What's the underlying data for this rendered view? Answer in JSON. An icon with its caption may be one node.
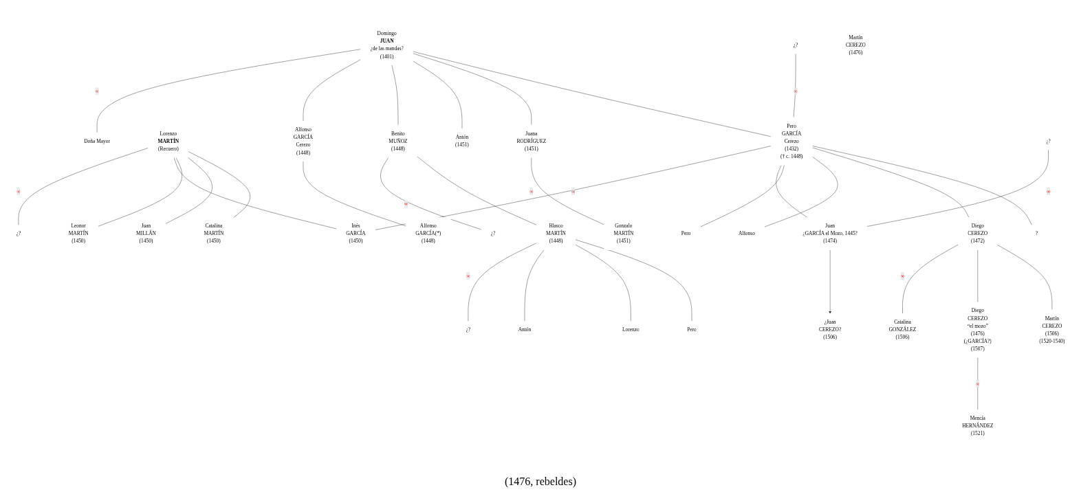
{
  "diagram": {
    "nodes": [
      {
        "text": [
          "Domingo",
          "JUAN",
          "¿de las mandas?",
          "(1401)"
        ]
      },
      {
        "text": [
          "Doña Mayor"
        ]
      },
      {
        "text": [
          "Lorenzo",
          "MARTÍN",
          "(Recuero)"
        ]
      },
      {
        "text": [
          "¿?"
        ]
      },
      {
        "text": [
          "Alfonso",
          "GARCÍA",
          "Cerezo",
          "(1448)"
        ]
      },
      {
        "text": [
          "Benito",
          "MUÑOZ",
          "(1448)"
        ]
      },
      {
        "text": [
          "¿?"
        ]
      },
      {
        "text": [
          "Antón",
          "(1451)"
        ]
      },
      {
        "text": [
          "Juana",
          "RODRÍGUEZ",
          "(1451)"
        ]
      },
      {
        "text": [
          "Gonzalo",
          "MARTÍN",
          "(1451)"
        ]
      },
      {
        "text": [
          "¿?"
        ]
      },
      {
        "text": [
          "Pero",
          "GARCÍA",
          "Cerezo",
          "(1432)",
          "(† c. 1448)"
        ]
      },
      {
        "text": [
          "Inés",
          "GARCÍA",
          "(1450)"
        ]
      },
      {
        "text": [
          "Leonor",
          "MARTÍN",
          "(1450)"
        ]
      },
      {
        "text": [
          "Juan",
          "MILLÁN",
          "(1450)"
        ]
      },
      {
        "text": [
          "Catalina",
          "MARTÍN",
          "(1450)"
        ]
      },
      {
        "text": [
          "Alfonso",
          "GARCÍA(*)",
          "(1448)"
        ]
      },
      {
        "text": [
          "Blasco",
          "MARTÍN",
          "(1448)"
        ]
      },
      {
        "text": [
          "¿?"
        ]
      },
      {
        "text": [
          "¿?"
        ]
      },
      {
        "text": [
          "Juan",
          "¿GARCÍA el Mozo, 1445?",
          "(1474)"
        ]
      },
      {
        "text": [
          "Pero"
        ]
      },
      {
        "text": [
          "Alfonso"
        ]
      },
      {
        "text": [
          "Diego",
          "CEREZO",
          "(1472)"
        ]
      },
      {
        "text": [
          "Catalina",
          "GONZÁLEZ",
          "(1506)"
        ]
      },
      {
        "text": [
          "?"
        ]
      },
      {
        "text": [
          "Martín",
          "CEREZO",
          "(1476)"
        ]
      },
      {
        "text": [
          "Antón"
        ]
      },
      {
        "text": [
          "Lorenzo"
        ]
      },
      {
        "text": [
          "Pero"
        ]
      },
      {
        "text": [
          "¿Juan",
          "CEREZO?",
          "(1506)"
        ]
      },
      {
        "text": [
          "Diego",
          "CEREZO",
          "“el mozo”",
          "(1476)",
          "(¿GARCÍA?)",
          "(1507)"
        ]
      },
      {
        "text": [
          "Mencía",
          "HERNÁNDEZ",
          "(1521)"
        ]
      },
      {
        "text": [
          "Martín",
          "CEREZO",
          "(1506)",
          "(1520-1540)"
        ]
      }
    ],
    "edges": [
      {
        "from": 0,
        "to": 1,
        "arrow": "none",
        "label": "∞"
      },
      {
        "from": 2,
        "to": 3,
        "arrow": "none",
        "label": "∞"
      },
      {
        "from": 0,
        "to": 4,
        "arrow": "none"
      },
      {
        "from": 0,
        "to": 5,
        "arrow": "none"
      },
      {
        "from": 0,
        "to": 7,
        "arrow": "none"
      },
      {
        "from": 0,
        "to": 8,
        "arrow": "none"
      },
      {
        "from": 0,
        "to": 11,
        "arrow": "none"
      },
      {
        "from": 5,
        "to": 6,
        "arrow": "none",
        "label": "∞"
      },
      {
        "from": 8,
        "to": 9,
        "arrow": "none",
        "label": "∞"
      },
      {
        "from": 10,
        "to": 11,
        "arrow": "none",
        "label": "∞"
      },
      {
        "from": 11,
        "to": 12,
        "arrow": "none",
        "label": "∞"
      },
      {
        "from": 2,
        "to": 12,
        "arrow": "none"
      },
      {
        "from": 2,
        "to": 13,
        "arrow": "none"
      },
      {
        "from": 2,
        "to": 14,
        "arrow": "none"
      },
      {
        "from": 2,
        "to": 15,
        "arrow": "none"
      },
      {
        "from": 4,
        "to": 16,
        "arrow": "none"
      },
      {
        "from": 5,
        "to": 17,
        "arrow": "none"
      },
      {
        "from": 17,
        "to": 18,
        "arrow": "none",
        "label": "∞"
      },
      {
        "from": 11,
        "to": 20,
        "arrow": "none"
      },
      {
        "from": 11,
        "to": 21,
        "arrow": "none"
      },
      {
        "from": 11,
        "to": 22,
        "arrow": "none"
      },
      {
        "from": 11,
        "to": 23,
        "arrow": "none"
      },
      {
        "from": 11,
        "to": 25,
        "arrow": "none"
      },
      {
        "from": 19,
        "to": 20,
        "arrow": "none",
        "label": "∞"
      },
      {
        "from": 23,
        "to": 24,
        "arrow": "none",
        "label": "∞"
      },
      {
        "from": 17,
        "to": 27,
        "arrow": "none"
      },
      {
        "from": 17,
        "to": 28,
        "arrow": "none"
      },
      {
        "from": 17,
        "to": 29,
        "arrow": "none"
      },
      {
        "from": 20,
        "to": 30,
        "arrow": "to"
      },
      {
        "from": 23,
        "to": 31,
        "arrow": "none"
      },
      {
        "from": 23,
        "to": 33,
        "arrow": "none"
      },
      {
        "from": 31,
        "to": 32,
        "arrow": "none",
        "label": "∞"
      }
    ],
    "labels": [
      "(1476, rebeldes)"
    ]
  }
}
